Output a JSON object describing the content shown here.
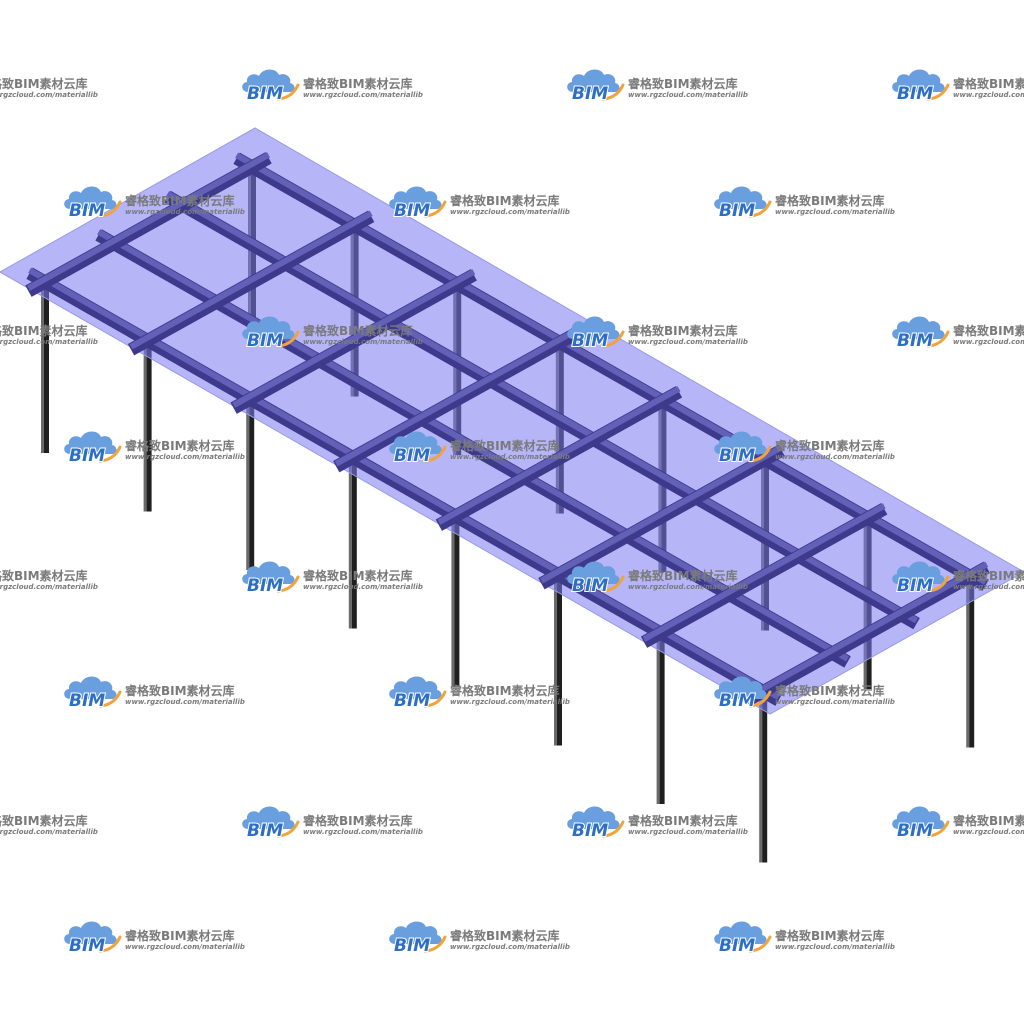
{
  "watermark": {
    "logo_text": "BIM",
    "title": "睿格致BIM素材云库",
    "url": "www.rgzcloud.com/materiallib"
  },
  "colors": {
    "background": "#ffffff",
    "slab": "#7878f2",
    "slab_edge": "#9a9ae6",
    "beam": "#3d3a8c",
    "beam_top": "#6360b8",
    "column": "#1f1f1f",
    "column_light": "#6a6a6a",
    "logo_blue": "#2d6fc6",
    "logo_cloud": "#6a9fdf",
    "logo_orange": "#f2a33a",
    "watermark_text": "#7a7a7a"
  }
}
